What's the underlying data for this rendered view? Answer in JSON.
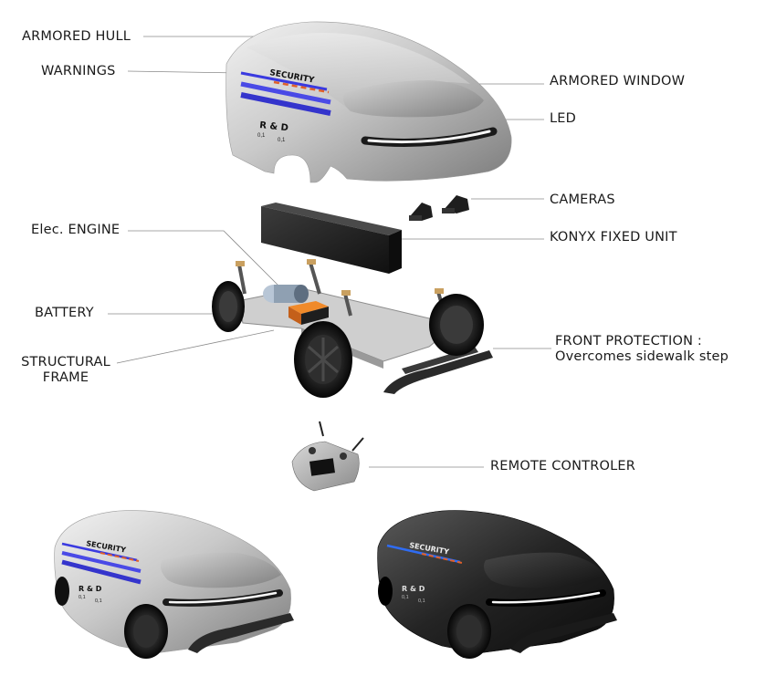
{
  "labels": {
    "armored_hull": "ARMORED HULL",
    "warnings": "WARNINGS",
    "armored_window": "ARMORED WINDOW",
    "led": "LED",
    "cameras": "CAMERAS",
    "konyx_fixed_unit": "KONYX FIXED UNIT",
    "elec_engine": "Elec. ENGINE",
    "battery": "BATTERY",
    "structural_frame_line1": "STRUCTURAL",
    "structural_frame_line2": "FRAME",
    "front_protection_line1": "FRONT PROTECTION :",
    "front_protection_line2": "Overcomes sidewalk step",
    "remote_controler": "REMOTE CONTROLER"
  },
  "decals": {
    "security": "SECURITY",
    "rnd": "R & D",
    "version_left": "0,1",
    "version_right": "0,1"
  },
  "colors": {
    "hull_silver": "#b9b9b9",
    "hull_black": "#1c1c1c",
    "warning_blue": "#3a3ae0",
    "warning_orange": "#e0602a",
    "leader_line": "#8a8a8a"
  }
}
